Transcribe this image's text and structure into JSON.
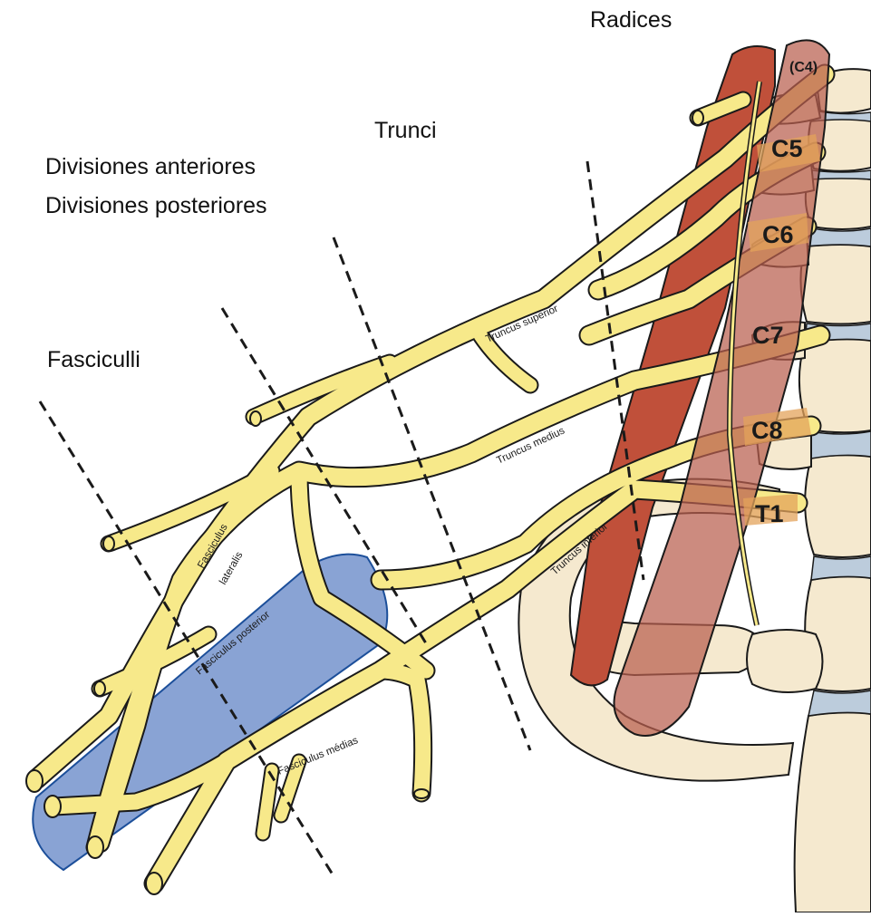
{
  "colors": {
    "nerve_fill": "#f7e98a",
    "outline": "#1a1a1a",
    "bone": "#f5e9cf",
    "disc": "#bcccdc",
    "muscle_dark": "#c0503a",
    "muscle_overlay": "#b85e4e",
    "vessel": "#6f8fca",
    "root_highlight": "#e3a35b"
  },
  "headings": {
    "radices": "Radices",
    "trunci": "Trunci",
    "div_ant": "Divisiones anteriores",
    "div_post": "Divisiones posteriores",
    "fasciculi": "Fasciculli"
  },
  "roots": {
    "c4": "(C4)",
    "c5": "C5",
    "c6": "C6",
    "c7": "C7",
    "c8": "C8",
    "t1": "T1"
  },
  "nerve_labels": {
    "truncus_superior": "Truncus superior",
    "truncus_medius": "Truncus medius",
    "truncus_inferior": "Truncus inferior",
    "fasciculus_lateralis_1": "Fasciculus",
    "fasciculus_lateralis_2": "lateralis",
    "fasciculus_posterior": "Fasciculus posterior",
    "fasciculus_medias": "Fasciculus médias"
  }
}
